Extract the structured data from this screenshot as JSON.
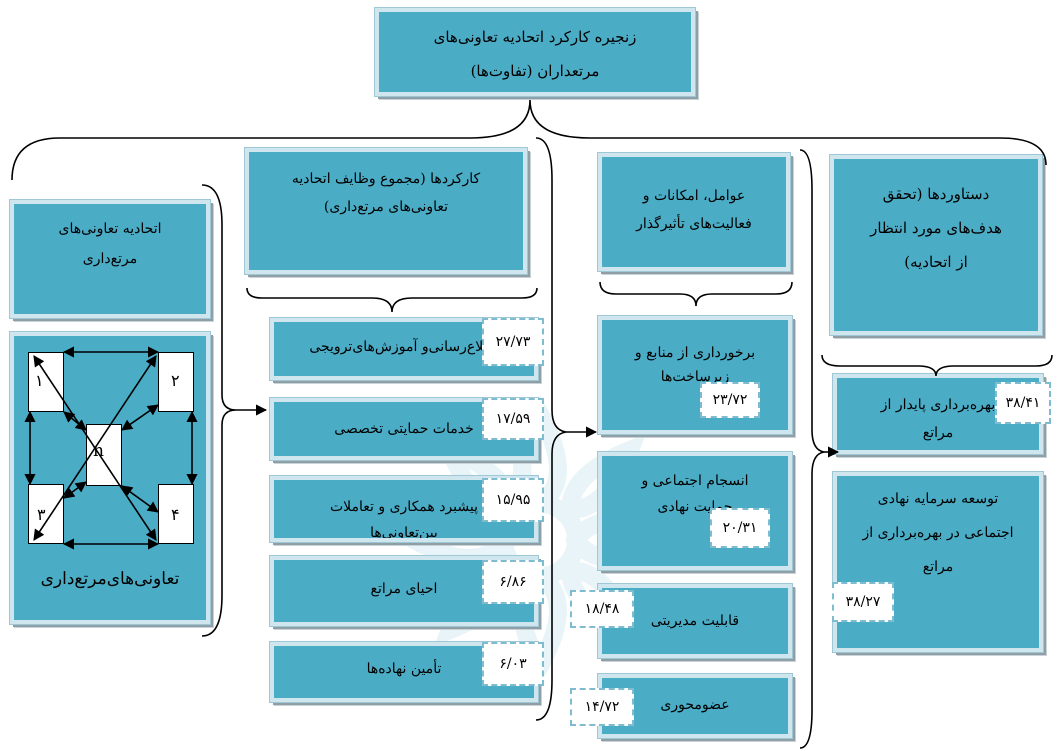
{
  "title": {
    "line1": "زنجیره کارکرد اتحادیه تعاونی‌های",
    "line2": "مرتعداران (تفاوت‌ها)"
  },
  "columns": {
    "union": {
      "header": [
        "اتحادیه تعاونی‌های",
        "مرتع‌داری"
      ],
      "caption": "تعاونی‌های‌مرتع‌داری",
      "square_labels": [
        "۱",
        "۲",
        "۳",
        "۴",
        "n"
      ]
    },
    "functions": {
      "header": [
        "کارکردها (مجموع وظایف اتحادیه",
        "تعاونی‌های مرتع‌داری)"
      ],
      "items": [
        {
          "label": "اطلاع‌رسانی‌و آموزش‌های‌ترویجی",
          "value": "۲۷/۷۳"
        },
        {
          "label": "خدمات حمایتی تخصصی",
          "value": "۱۷/۵۹"
        },
        {
          "label": "پیشبرد همکاری و تعاملات",
          "label2": "بین‌تعاونی‌ها",
          "value": "۱۵/۹۵"
        },
        {
          "label": "احیای مراتع",
          "value": "۶/۸۶"
        },
        {
          "label": "تأمین نهاده‌ها",
          "value": "۶/۰۳"
        }
      ]
    },
    "factors": {
      "header": [
        "عوامل، امکانات و",
        "فعالیت‌های تأثیرگذار"
      ],
      "items": [
        {
          "label": "برخورداری از منابع و",
          "label2": "زیرساخت‌ها",
          "value": "۲۳/۷۲"
        },
        {
          "label": "انسجام اجتماعی و",
          "label2": "حمایت نهادی",
          "value": "۲۰/۳۱"
        },
        {
          "label": "قابلیت مدیریتی",
          "value": "۱۸/۴۸"
        },
        {
          "label": "عضومحوری",
          "value": "۱۴/۷۲"
        }
      ]
    },
    "outcomes": {
      "header": [
        "دستاوردها (تحقق",
        "هدف‌های مورد انتظار",
        "از اتحادیه)"
      ],
      "items": [
        {
          "label": "بهره‌برداری پایدار از",
          "label2": "مراتع",
          "value": "۳۸/۴۱"
        },
        {
          "label": "توسعه سرمایه نهادی",
          "label2": "اجتماعی در  بهره‌برداری از",
          "label3": "مراتع",
          "value": "۳۸/۲۷"
        }
      ]
    }
  },
  "colors": {
    "box_fill": "#4bacc6",
    "box_border": "#cfe6ee",
    "dash": "#7fbcd0",
    "line": "#000000"
  }
}
